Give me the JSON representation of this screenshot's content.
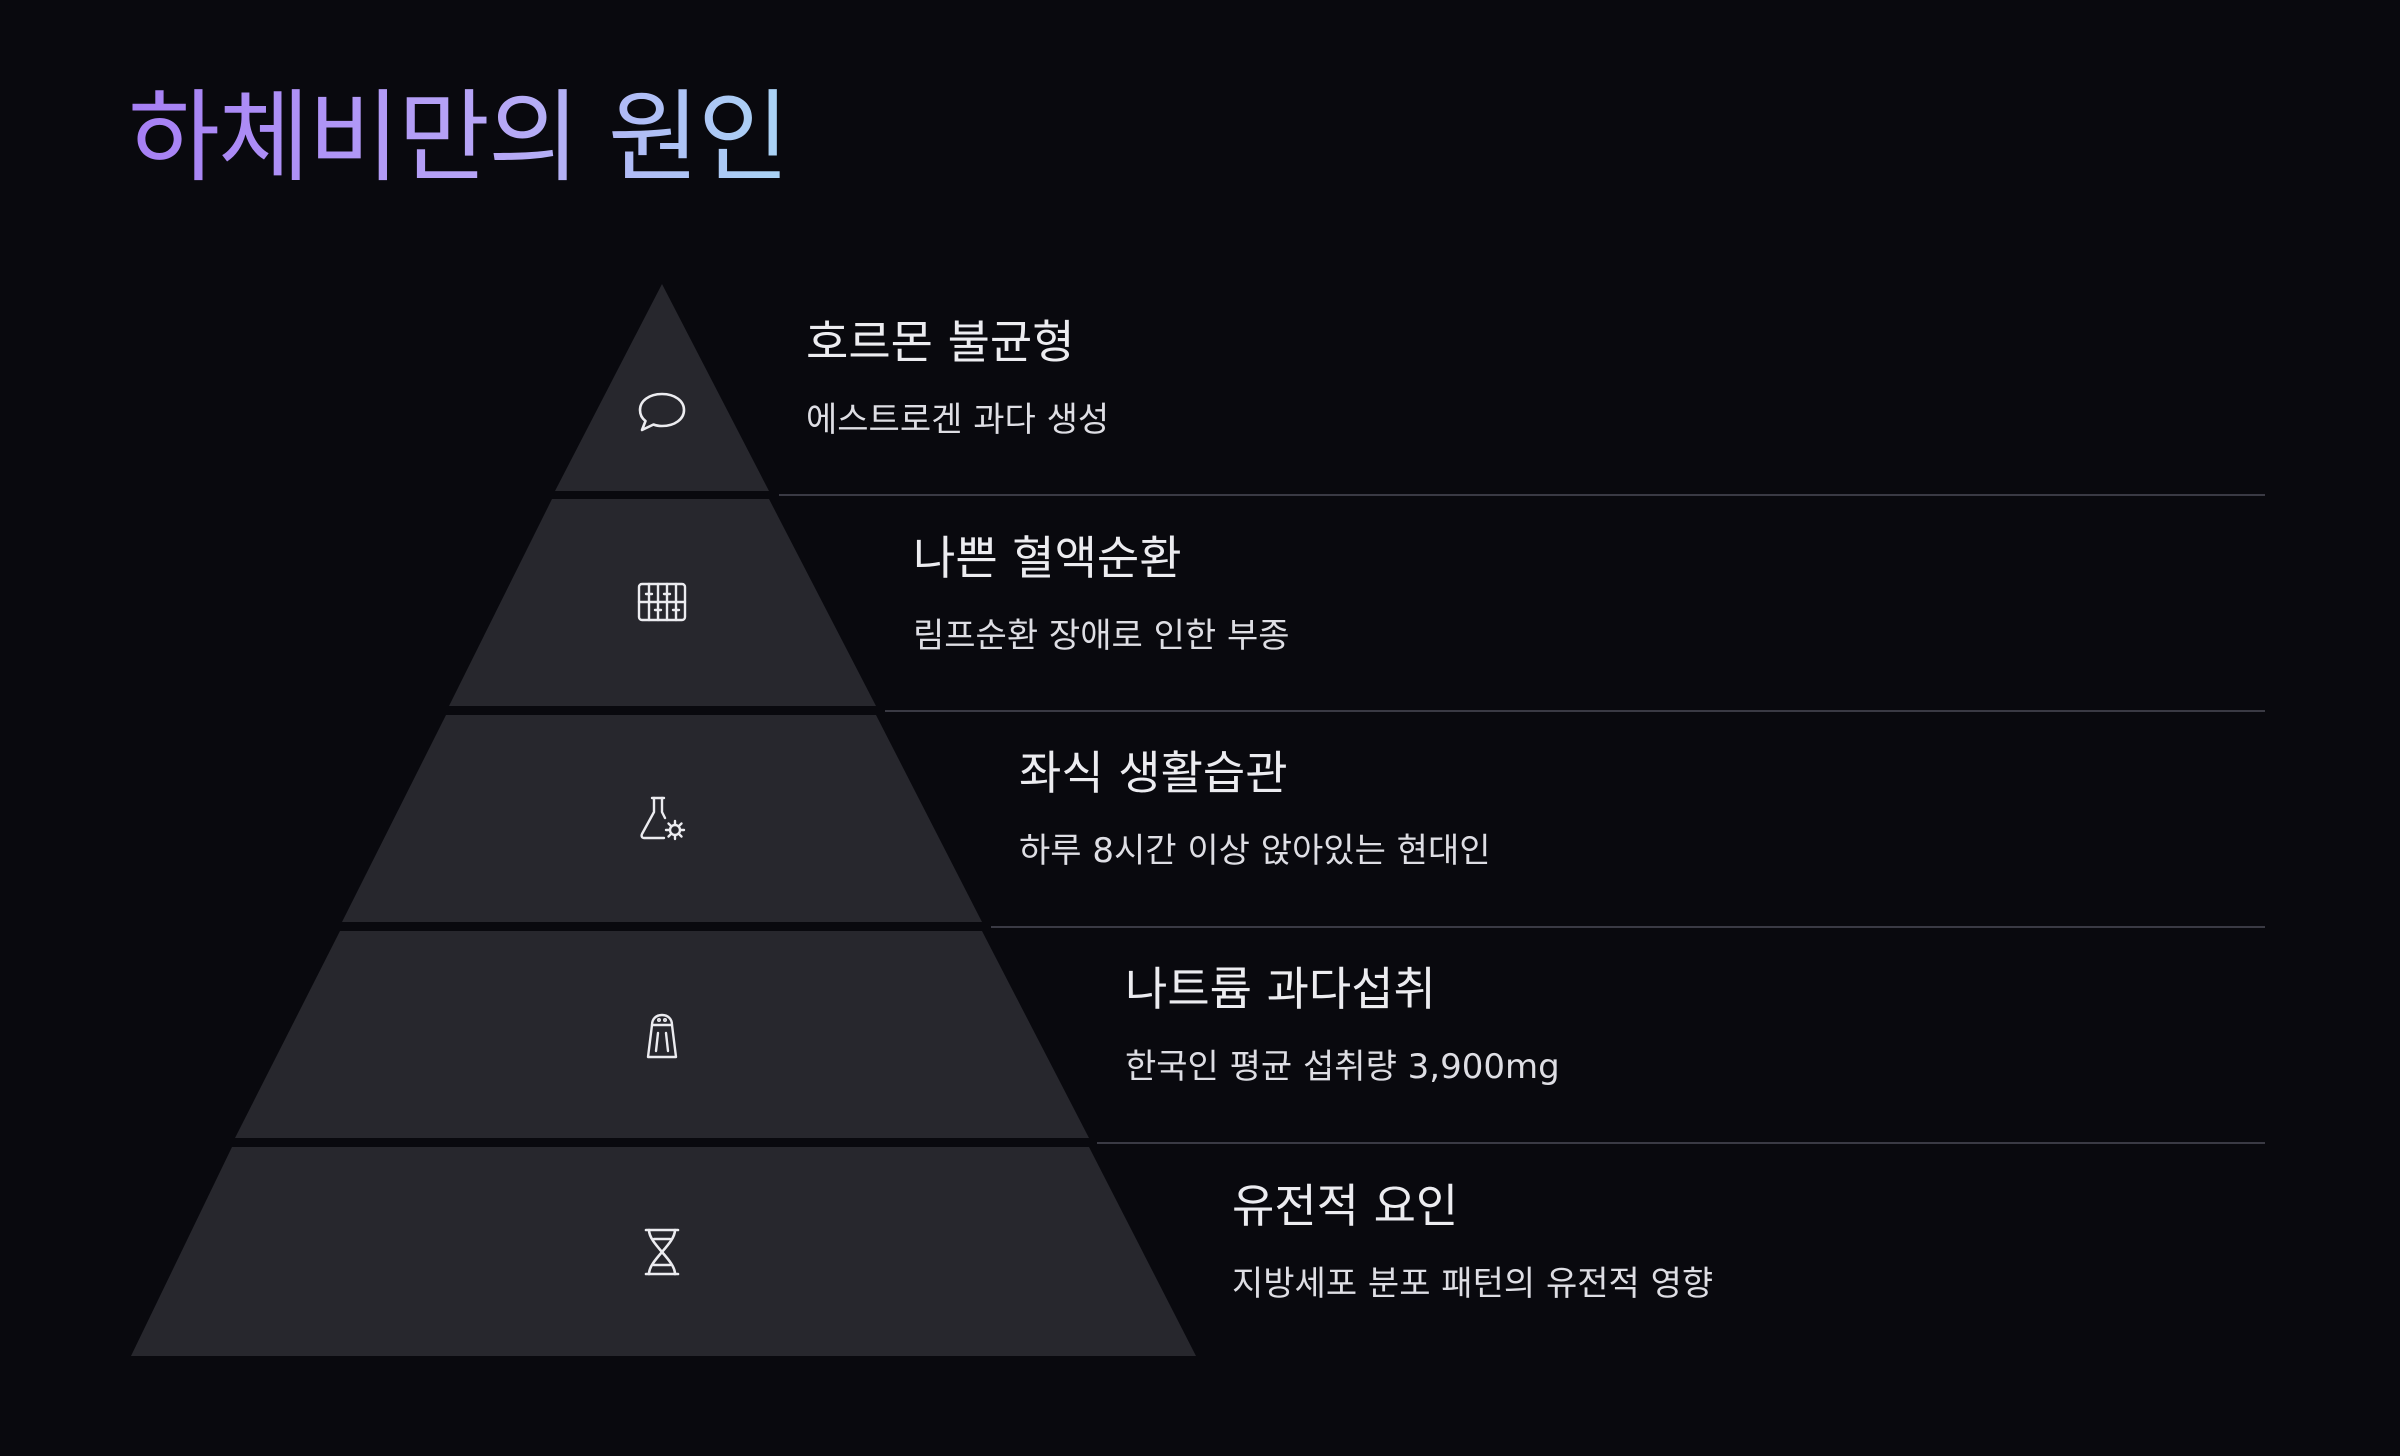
{
  "title": "하체비만의 원인",
  "colors": {
    "background": "#09090e",
    "pyramid_fill": "#27272d",
    "title_gradient_start": "#a67ff5",
    "title_gradient_end": "#a9d4f5",
    "divider": "#3a3a44"
  },
  "tiers": [
    {
      "title": "호르몬 불균형",
      "description": "에스트로겐 과다 생성",
      "icon": "speech-bubble-icon"
    },
    {
      "title": "나쁜 혈액순환",
      "description": "림프순환 장애로 인한 부종",
      "icon": "abacus-icon"
    },
    {
      "title": "좌식 생활습관",
      "description": "하루 8시간 이상 앉아있는 현대인",
      "icon": "flask-gear-icon"
    },
    {
      "title": "나트륨 과다섭취",
      "description": "한국인 평균 섭취량 3,900mg",
      "icon": "salt-shaker-icon"
    },
    {
      "title": "유전적 요인",
      "description": "지방세포 분포 패턴의 유전적 영향",
      "icon": "dna-icon"
    }
  ]
}
